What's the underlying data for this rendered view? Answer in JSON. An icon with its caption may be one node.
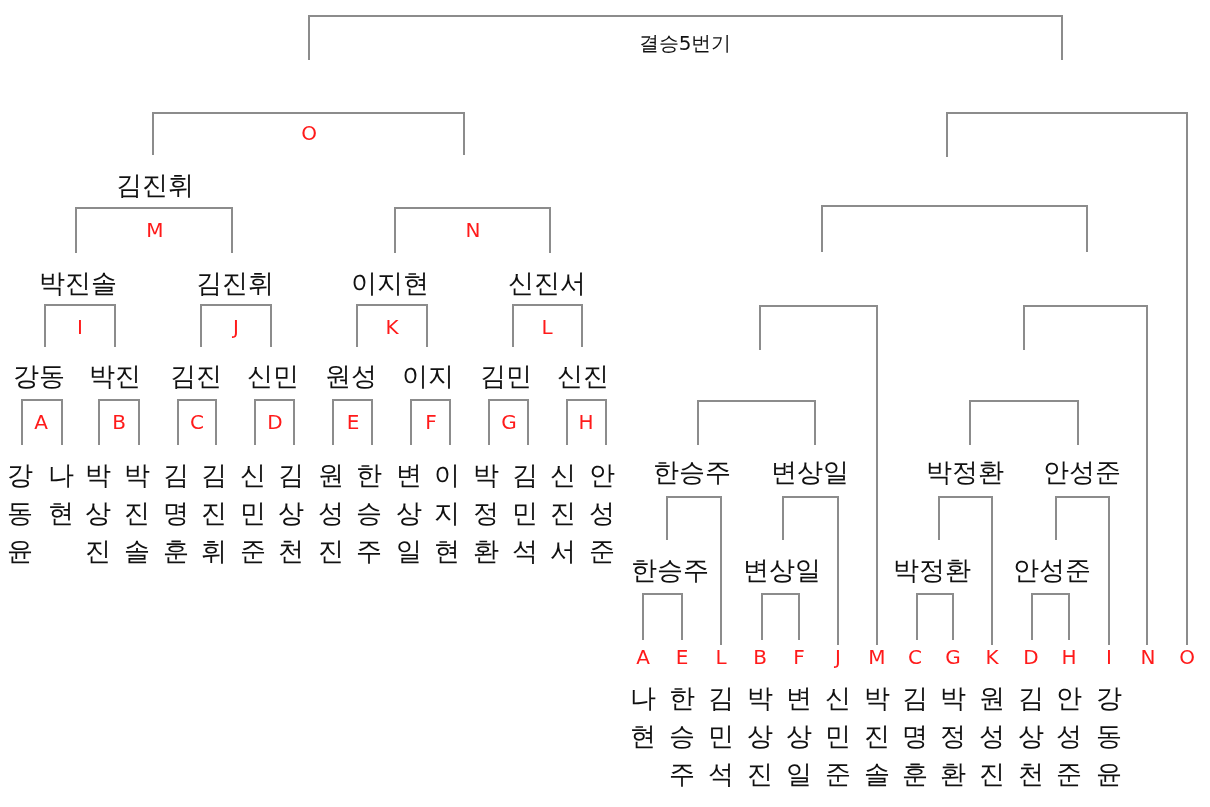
{
  "diagram": {
    "labels": [
      "결승5번기",
      "O",
      "김진휘",
      "M",
      "N",
      "박진솔",
      "김진휘",
      "이지현",
      "신진서",
      "I",
      "J",
      "K",
      "L",
      "강동",
      "박진",
      "김진",
      "신민",
      "원성",
      "이지",
      "김민",
      "신진",
      "A",
      "B",
      "C",
      "D",
      "E",
      "F",
      "G",
      "H",
      "강동윤",
      "나현",
      "박상진",
      "박진솔",
      "김명훈",
      "김진휘",
      "신민준",
      "김상천",
      "원성진",
      "한승주",
      "변상일",
      "이지현",
      "박정환",
      "김민석",
      "신진서",
      "안성준",
      "한승주",
      "변상일",
      "박정환",
      "안성준",
      "한승주",
      "변상일",
      "박정환",
      "안성준",
      "A",
      "E",
      "L",
      "B",
      "F",
      "J",
      "M",
      "C",
      "G",
      "K",
      "D",
      "H",
      "I",
      "N",
      "O",
      "나현",
      "한승주",
      "김민석",
      "박상진",
      "변상일",
      "신민준",
      "박진솔",
      "김명훈",
      "박정환",
      "원성진",
      "김상천",
      "안성준",
      "강동윤"
    ]
  }
}
